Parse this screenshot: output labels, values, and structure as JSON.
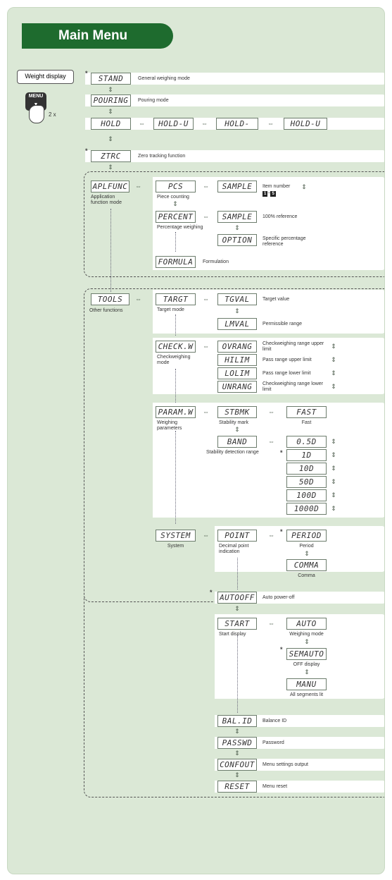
{
  "title": "Main Menu",
  "weight_display": "Weight display",
  "menu_key": "MENU",
  "press_count": "2 x",
  "top": {
    "stand": {
      "lcd": "STAND",
      "label": "General weighing mode"
    },
    "pouring": {
      "lcd": "POURING",
      "label": "Pouring mode"
    },
    "modes": [
      "HOLD",
      "HOLD-U",
      "HOLD-",
      "HOLD-U"
    ],
    "ztrc": {
      "lcd": "ZTRC",
      "label": "Zero tracking function"
    }
  },
  "apl": {
    "lcd": "APLFUNC",
    "label": "Application function mode",
    "pcs": {
      "lcd": "PCS",
      "label": "Piece counting"
    },
    "sample1": {
      "lcd": "SAMPLE",
      "label": "Item number",
      "range_a": "1",
      "range_sep": "~",
      "range_b": "5"
    },
    "percent": {
      "lcd": "PERCENT",
      "label": "Percentage weighing"
    },
    "sample2": {
      "lcd": "SAMPLE",
      "label": "100% reference"
    },
    "option": {
      "lcd": "OPTION",
      "label": "Specific percentage reference"
    },
    "formula": {
      "lcd": "FORMULA",
      "label": "Formulation"
    }
  },
  "tools": {
    "lcd": "TOOLS",
    "label": "Other functions",
    "target": {
      "lcd": "TARGT",
      "label": "Target mode",
      "tgval": {
        "lcd": "TGVAL",
        "label": "Target value"
      },
      "limval": {
        "lcd": "LMVAL",
        "label": "Permissible range"
      }
    },
    "check": {
      "lcd": "CHECK.W",
      "label": "Checkweighing mode",
      "items": [
        {
          "lcd": "OVRANG",
          "label": "Checkweighing range upper limit"
        },
        {
          "lcd": "HILIM",
          "label": "Pass range upper limit"
        },
        {
          "lcd": "LOLIM",
          "label": "Pass range lower limit"
        },
        {
          "lcd": "UNRANG",
          "label": "Checkweighing range lower limit"
        }
      ]
    },
    "param": {
      "lcd": "PARAM.W",
      "label": "Weighing parameters",
      "stbmk": {
        "lcd": "STBMK",
        "label": "Stability mark"
      },
      "fast": {
        "lcd": "FAST",
        "label": "Fast"
      },
      "band": {
        "lcd": "BAND",
        "label": "Stability detection range"
      },
      "band_values": [
        "0.5D",
        "1D",
        "10D",
        "50D",
        "100D",
        "1000D"
      ]
    },
    "system": {
      "lcd": "SYSTEM",
      "label": "System",
      "point": {
        "lcd": "POINT",
        "label": "Decimal point indication"
      },
      "period": {
        "lcd": "PERIOD",
        "label": "Period"
      },
      "comma": {
        "lcd": "COMMA",
        "label": "Comma"
      },
      "autooff": {
        "lcd": "AUTOOFF",
        "label": "Auto power-off"
      },
      "start": {
        "lcd": "START",
        "label": "Start display"
      },
      "auto": {
        "lcd": "AUTO",
        "label": "Weighing mode"
      },
      "semauto": {
        "lcd": "SEMAUTO",
        "label": "OFF display"
      },
      "manu": {
        "lcd": "MANU",
        "label": "All segments lit"
      },
      "balid": {
        "lcd": "BAL.ID",
        "label": "Balance ID"
      },
      "passwd": {
        "lcd": "PASSWD",
        "label": "Password"
      },
      "confout": {
        "lcd": "CONFOUT",
        "label": "Menu settings output"
      },
      "reset": {
        "lcd": "RESET",
        "label": "Menu reset"
      }
    }
  },
  "icons": {
    "lr": "left-right-arrow",
    "ud": "up-down-arrow",
    "hand": "pointing-hand"
  },
  "colors": {
    "background": "#dbe8d6",
    "title": "#1e6b2e"
  }
}
